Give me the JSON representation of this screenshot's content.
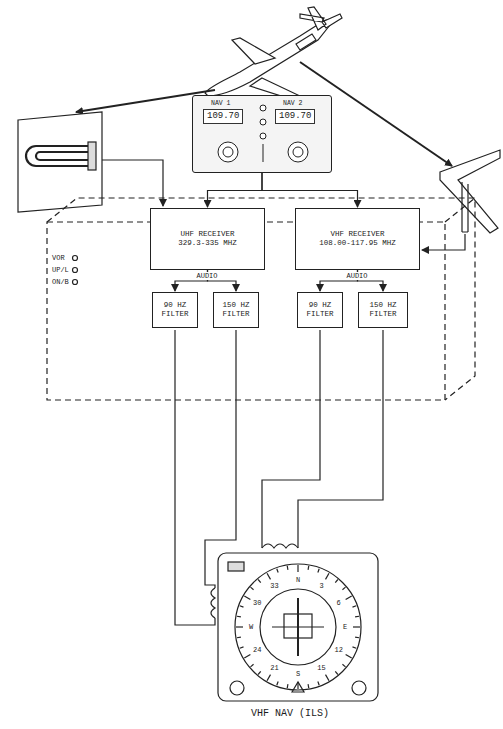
{
  "diagram": {
    "caption": "VHF NAV (ILS)",
    "nodes": [
      {
        "text": [
          "NAV 1",
          "NAV 2",
          "109.70",
          "109.70"
        ]
      },
      {
        "text": [
          "UHF RECEIVER",
          "329.3-335 MHZ"
        ]
      },
      {
        "text": [
          "VHF RECEIVER",
          "108.00-117.95 MHZ"
        ]
      },
      {
        "text": [
          "90 HZ FILTER"
        ]
      },
      {
        "text": [
          "150 HZ FILTER"
        ]
      },
      {
        "text": [
          "90 HZ FILTER"
        ]
      },
      {
        "text": [
          "150 HZ FILTER"
        ]
      }
    ],
    "edges": [
      {
        "from": 0,
        "to": 1,
        "arrow": "to"
      },
      {
        "from": 0,
        "to": 2,
        "arrow": "to"
      },
      {
        "from": 1,
        "to": 3,
        "arrow": "to"
      },
      {
        "from": 1,
        "to": 4,
        "arrow": "to"
      },
      {
        "from": 2,
        "to": 5,
        "arrow": "to"
      },
      {
        "from": 2,
        "to": 6,
        "arrow": "to"
      }
    ],
    "labels": [
      "VOR",
      "UP/L",
      "ON/B",
      "AUDIO",
      "AUDIO",
      "N",
      "3",
      "6",
      "E",
      "12",
      "15",
      "S",
      "21",
      "24",
      "W",
      "30",
      "33"
    ]
  }
}
